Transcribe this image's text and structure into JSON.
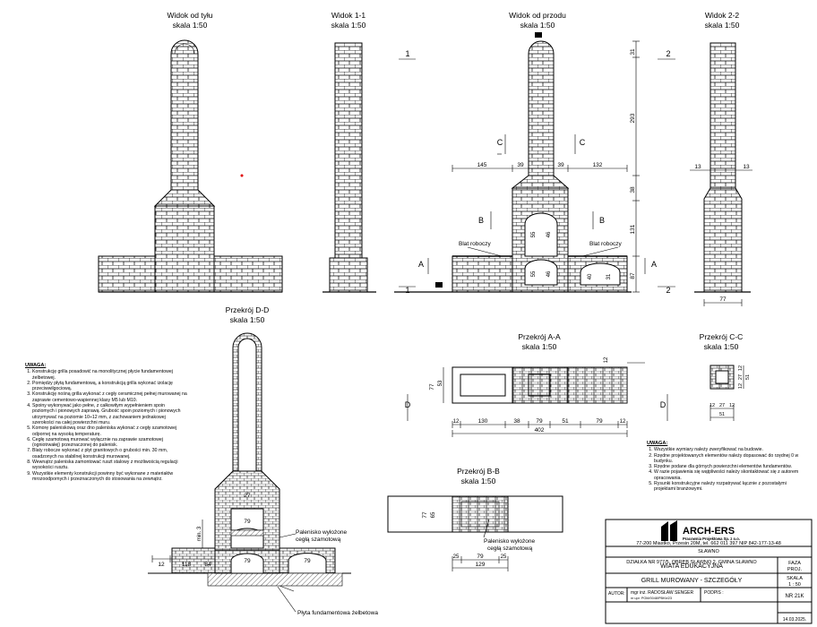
{
  "views": {
    "back_title": "Widok od tyłu",
    "back_scale": "skala 1:50",
    "v11_title": "Widok 1-1",
    "v11_scale": "skala 1:50",
    "front_title": "Widok od przodu",
    "front_scale": "skala 1:50",
    "v22_title": "Widok 2-2",
    "v22_scale": "skala 1:50",
    "dd_title": "Przekrój D-D",
    "dd_scale": "skala 1:50",
    "aa_title": "Przekrój A-A",
    "aa_scale": "skala 1:50",
    "cc_title": "Przekrój C-C",
    "cc_scale": "skala 1:50",
    "bb_title": "Przekrój B-B",
    "bb_scale": "skala 1:50"
  },
  "markers": {
    "one": "1",
    "two": "2",
    "a": "A",
    "b": "B",
    "c": "C",
    "d": "D"
  },
  "labels": {
    "blat_left": "Blat roboczy",
    "blat_right": "Blat roboczy",
    "palenisko_dd_1": "Palenisko wyłożone",
    "palenisko_dd_2": "cegłą szamotową",
    "palenisko_bb_1": "Palenisko wyłożone",
    "palenisko_bb_2": "cegłą szamotową",
    "plyta": "Płyta fundamentowa żelbetowa",
    "min3": "min. 3"
  },
  "dims": {
    "front_145": "145",
    "front_39a": "39",
    "front_39b": "39",
    "front_132": "132",
    "front_31": "31",
    "front_293": "293",
    "front_38": "38",
    "front_131": "131",
    "front_87": "87",
    "front_55a": "55",
    "front_46a": "46",
    "front_55b": "55",
    "front_46b": "46",
    "front_40": "40",
    "front_31b": "31",
    "v22_13a": "13",
    "v22_13b": "13",
    "v22_77": "77",
    "aa_77": "77",
    "aa_53": "53",
    "aa_12t": "12",
    "aa_12": "12",
    "aa_130": "130",
    "aa_38": "38",
    "aa_79": "79",
    "aa_51": "51",
    "aa_79b": "79",
    "aa_12b": "12",
    "aa_402": "402",
    "cc_12a": "12",
    "cc_27": "27",
    "cc_12b": "12",
    "cc_51": "51",
    "cc_h12a": "12",
    "cc_h27": "27",
    "cc_h12b": "12",
    "cc_h51": "51",
    "bb_77": "77",
    "bb_65": "65",
    "bb_25a": "25",
    "bb_79": "79",
    "bb_25b": "25",
    "bb_129": "129",
    "dd_27": "27",
    "dd_79a": "79",
    "dd_79b": "79",
    "dd_79c": "79",
    "dd_12": "12",
    "dd_118": "118",
    "dd_84": "84"
  },
  "notes_left": {
    "heading": "UWAGA:",
    "items": [
      "Konstrukcję grilla posadowić na monolitycznej płycie fundamentowej żelbetowej.",
      "Pomiędzy płytą fundamentową, a konstrukcją grilla wykonać izolację przeciwwilgociową.",
      "Konstrukcję nośną grilla wykonać z cegły ceramicznej pełnej murowanej na zaprawie cementowo-wapiennej klasy M5 lub M10.",
      "Spoiny wykonywać jako pełne, z całkowitym wypełnieniem spoin poziomych i pionowych zaprawą. Grubość spoin poziomych i pionowych utrzymywać na poziomie 10÷12 mm, z zachowaniem jednakowej szerokości na całej powierzchni muru.",
      "Komorę paleniskową oraz dno paleniska wykonać z cegły szamotowej odpornej na wysoką temperaturę.",
      "Cegłę szamotową murować wyłącznie na zaprawie szamotowej (ogniotrwałej) przeznaczonej do palenisk.",
      "Blaty robocze wykonać z płyt granitowych o grubości min. 30 mm, osadzonych na stabilnej konstrukcji murowanej.",
      "Wewnątrz paleniska zamontować ruszt stalowy z możliwością regulacji wysokości rusztu.",
      "Wszystkie elementy konstrukcji powinny być wykonane z materiałów mrozoodpornych i przeznaczonych do stosowania na zewnątrz."
    ]
  },
  "notes_right": {
    "heading": "UWAGA:",
    "items": [
      "Wszystkie wymiary należy zweryfikować na budowie.",
      "Rzędne projektowanych elementów należy dopasować do rzędnej 0 w budynku.",
      "Rzędne podane dla górnych powierzchni elementów fundamentów.",
      "W razie pojawienia się wątpliwości należy skontaktować się z autorem opracowania.",
      "Rysunki konstrukcyjne należy rozpatrywać łącznie z pozostałymi projektami branżowymi."
    ]
  },
  "title_block": {
    "logo": "ARCH-ERS",
    "logo_sub": "Pracownia Projektowa Sp. z o.o.",
    "address": "77-200 Miastko, Przesin 20M, tel. 662 011 397 NIP 842-177-13-48",
    "location_1": "SŁAWNO",
    "location_2": "DZIAŁKA NR 977/5, OBRĘB SŁAWNO 2, GMINA SŁAWNO",
    "object": "WIATA EDUKACYJNA",
    "drawing": "GRILL MUROWANY - SZCZEGÓŁY",
    "phase_label": "FAZA",
    "phase": "PROJ.",
    "scale_label": "SKALA",
    "scale": "1 : 50",
    "number": "NR 21K",
    "author_label": "AUTOR:",
    "author_name": "mgr inż. RADOSŁAW SENGER",
    "author_perm": "nr upr. POM/0048/PBKb/23",
    "sign_label": "PODPIS :",
    "date": "14.03.2025."
  },
  "colors": {
    "line": "#000000",
    "accent_dot": "#e00000"
  }
}
